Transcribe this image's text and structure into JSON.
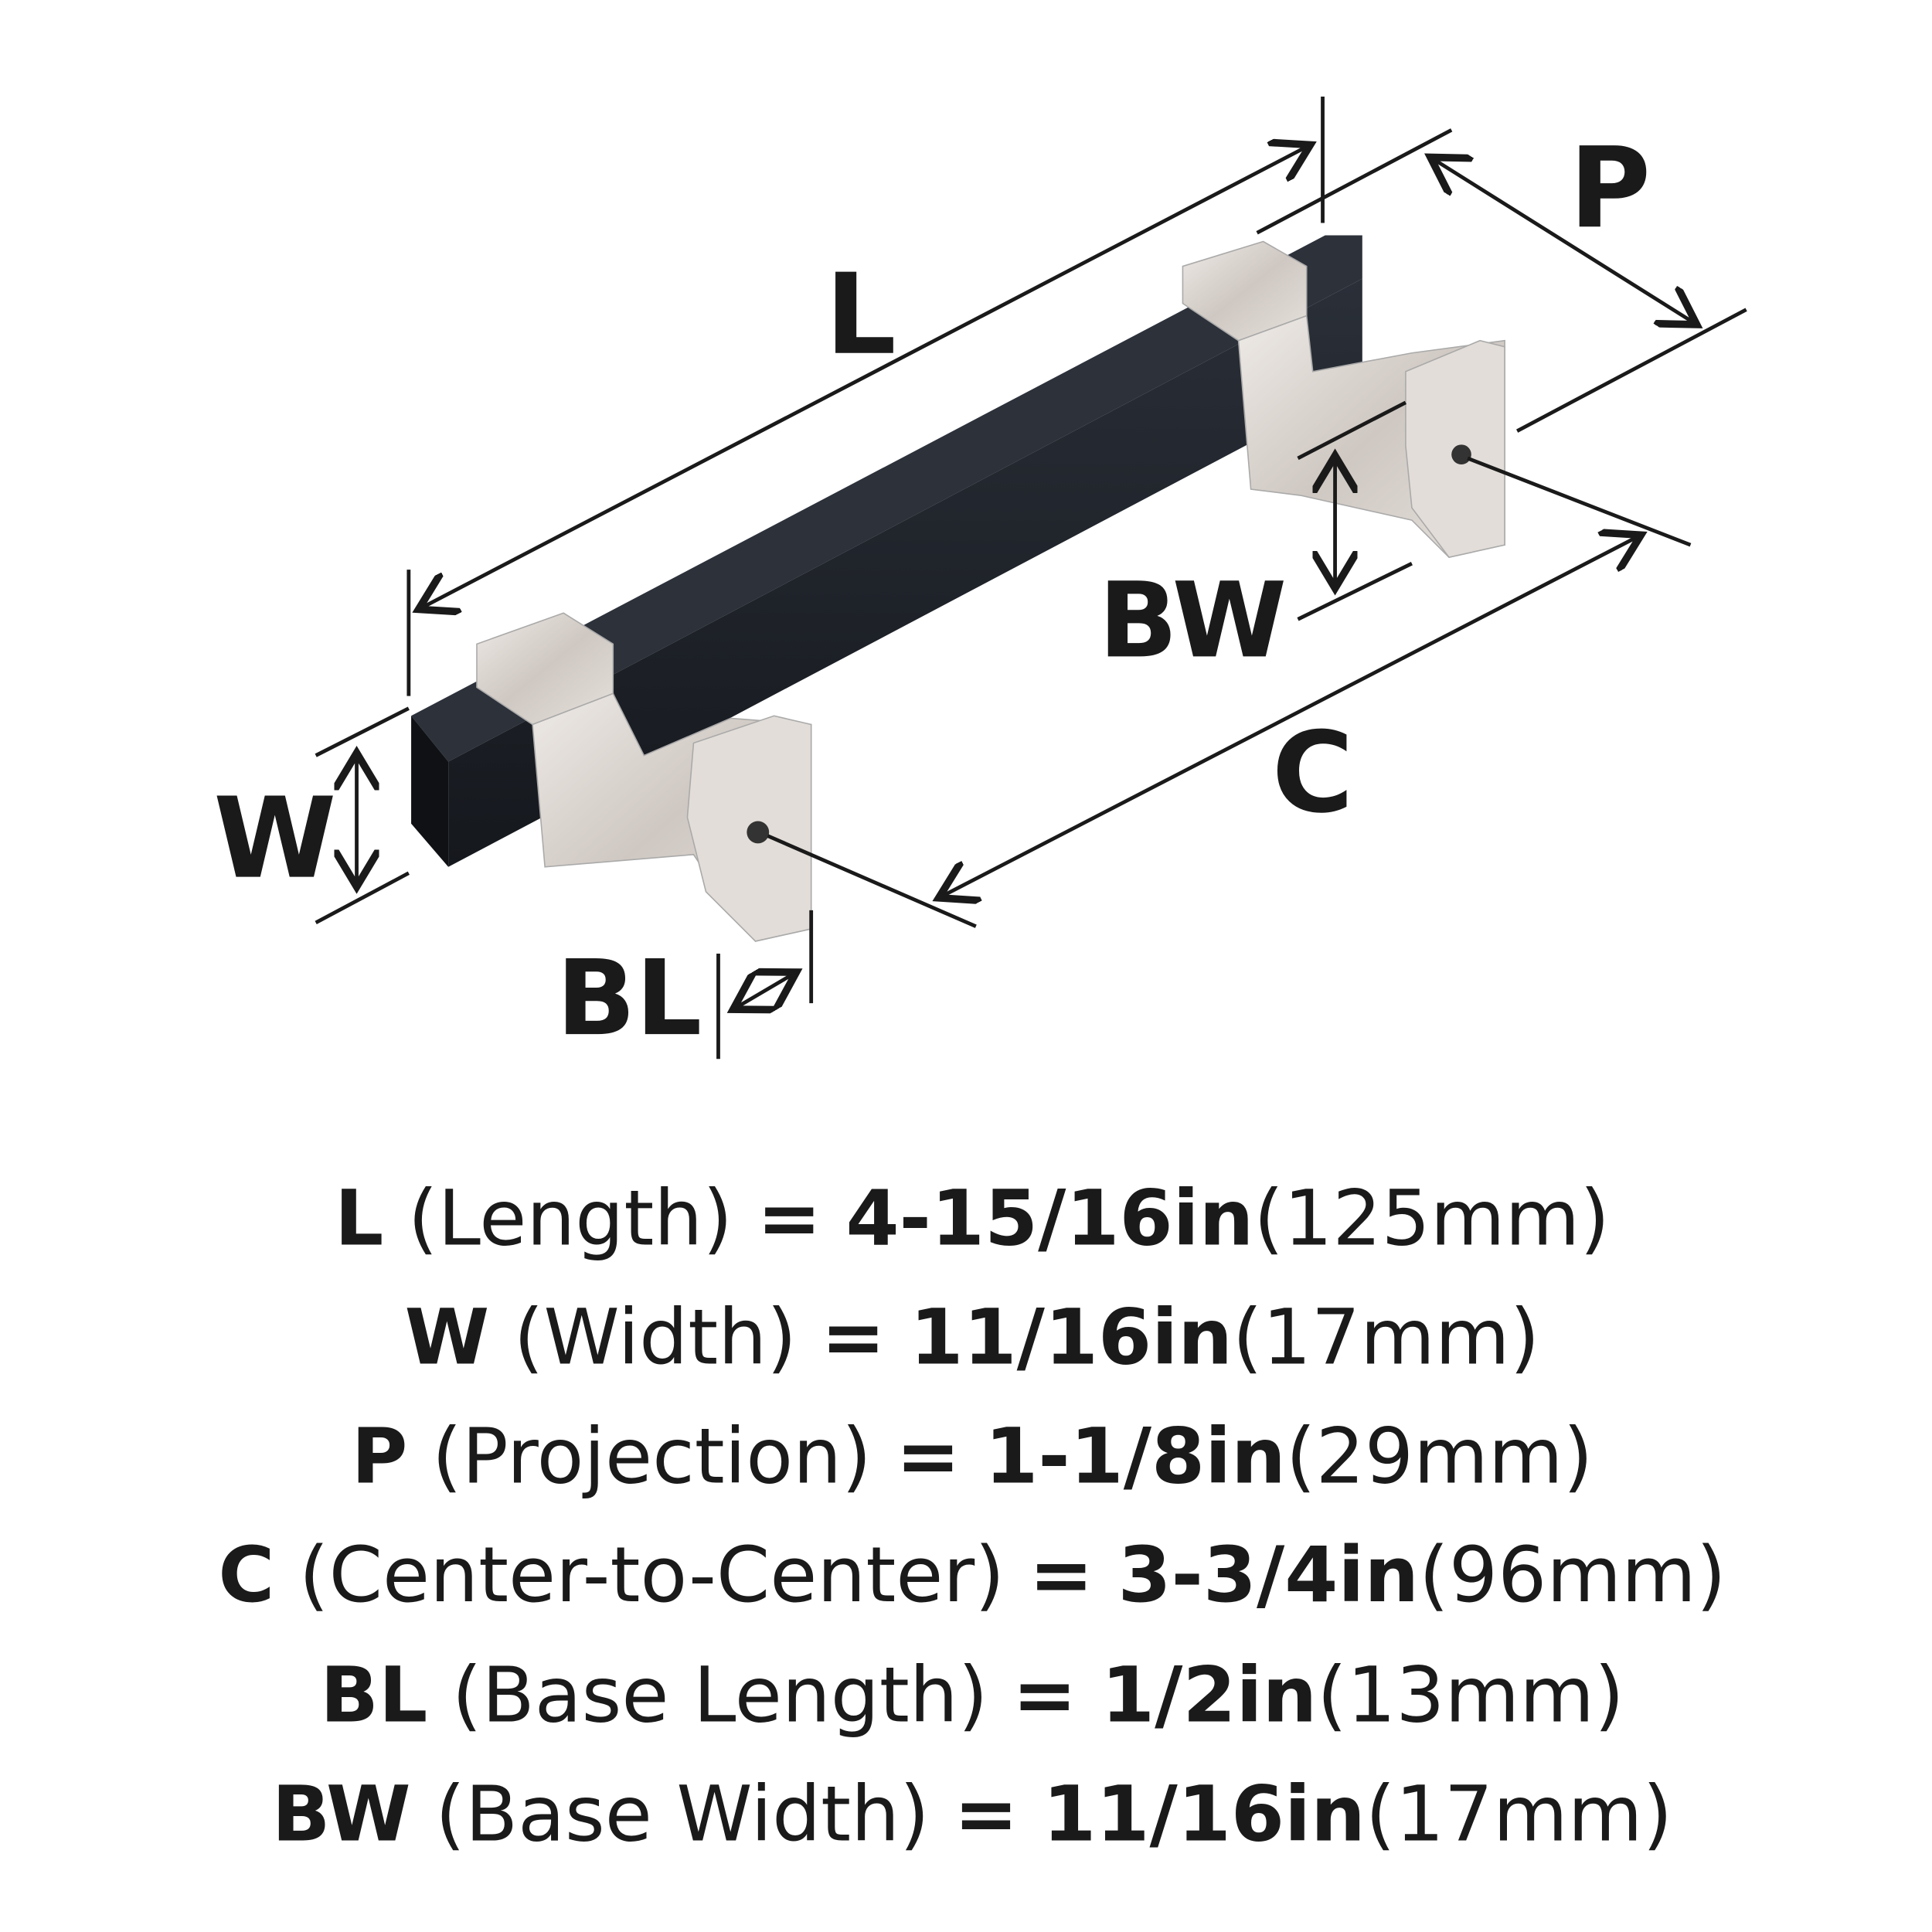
{
  "diagram": {
    "labels": {
      "L": "L",
      "P": "P",
      "W": "W",
      "BW": "BW",
      "C": "C",
      "BL": "BL"
    },
    "colors": {
      "bar": "#1d2128",
      "metal": "#d8d2cd",
      "ink": "#1a1a1a"
    }
  },
  "specs": [
    {
      "key": "L",
      "name": "(Length)",
      "eq": "=",
      "imperial": "4-15/16in",
      "metric": "(125mm)"
    },
    {
      "key": "W",
      "name": "(Width)",
      "eq": "=",
      "imperial": "11/16in",
      "metric": "(17mm)"
    },
    {
      "key": "P",
      "name": "(Projection)",
      "eq": "=",
      "imperial": "1-1/8in",
      "metric": "(29mm)"
    },
    {
      "key": "C",
      "name": "(Center-to-Center)",
      "eq": "=",
      "imperial": "3-3/4in",
      "metric": "(96mm)"
    },
    {
      "key": "BL",
      "name": "(Base Length)",
      "eq": "=",
      "imperial": "1/2in",
      "metric": "(13mm)"
    },
    {
      "key": "BW",
      "name": "(Base Width)",
      "eq": "=",
      "imperial": "11/16in",
      "metric": "(17mm)"
    }
  ]
}
